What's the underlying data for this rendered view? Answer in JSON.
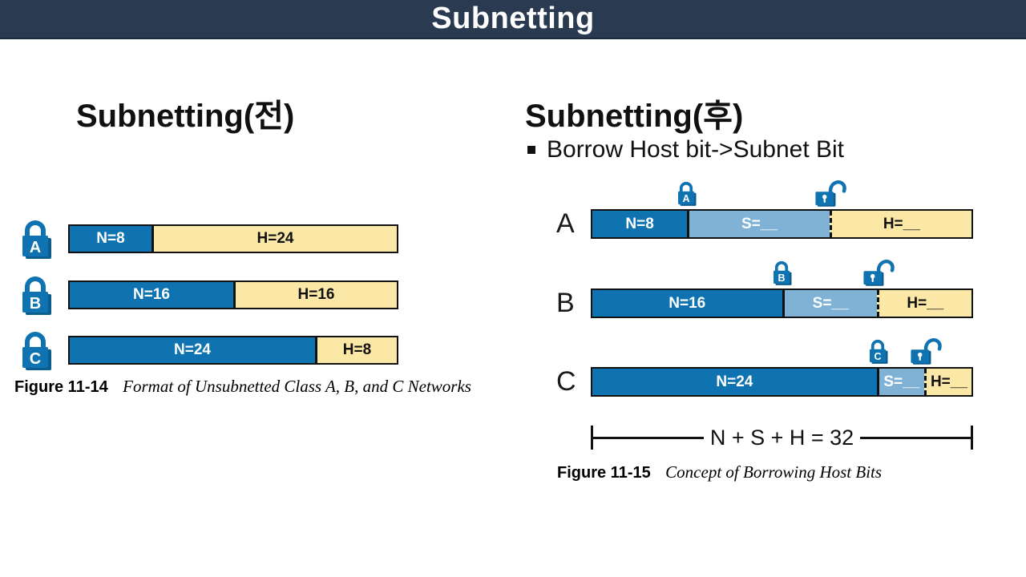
{
  "header": {
    "title": "Subnetting"
  },
  "colors": {
    "header_bg": "#2a3a50",
    "network_blue": "#0f73b1",
    "subnet_blue": "#7fb2d4",
    "host_cream": "#fce8a6"
  },
  "left": {
    "heading": "Subnetting(전)",
    "figure": {
      "caption_label": "Figure 11-14",
      "caption_text": "Format of Unsubnetted Class A, B, and C Networks",
      "rows": [
        {
          "class": "A",
          "segments": [
            {
              "label": "N=8"
            },
            {
              "label": "H=24"
            }
          ]
        },
        {
          "class": "B",
          "segments": [
            {
              "label": "N=16"
            },
            {
              "label": "H=16"
            }
          ]
        },
        {
          "class": "C",
          "segments": [
            {
              "label": "N=24"
            },
            {
              "label": "H=8"
            }
          ]
        }
      ]
    }
  },
  "right": {
    "heading": "Subnetting(후)",
    "bullet": "Borrow Host bit->Subnet Bit",
    "figure": {
      "caption_label": "Figure 11-15",
      "caption_text": "Concept of Borrowing Host Bits",
      "total_label": "N + S + H = 32",
      "rows": [
        {
          "class": "A",
          "segments": [
            {
              "label": "N=8"
            },
            {
              "label": "S=__"
            },
            {
              "label": "H=__"
            }
          ]
        },
        {
          "class": "B",
          "segments": [
            {
              "label": "N=16"
            },
            {
              "label": "S=__"
            },
            {
              "label": "H=__"
            }
          ]
        },
        {
          "class": "C",
          "segments": [
            {
              "label": "N=24"
            },
            {
              "label": "S=__"
            },
            {
              "label": "H=__"
            }
          ]
        }
      ]
    }
  }
}
